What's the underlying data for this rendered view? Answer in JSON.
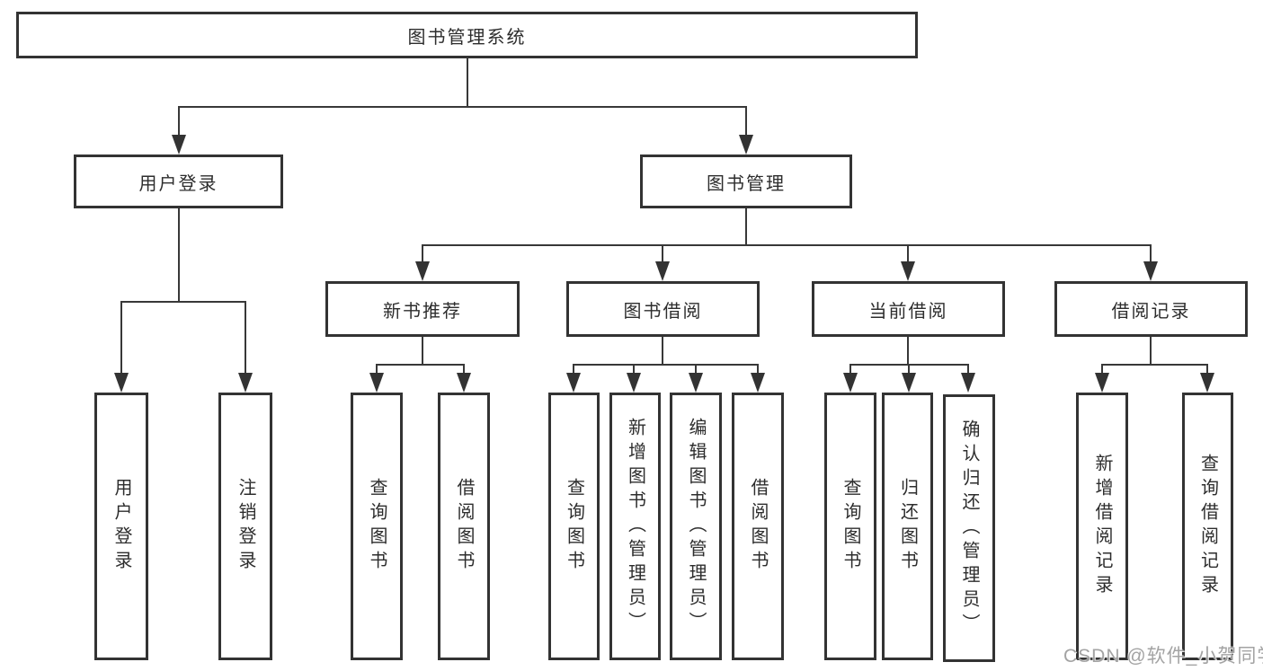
{
  "watermark": "CSDN @软件_小贺同学",
  "colors": {
    "line": "#333333",
    "text": "#2d2d2d",
    "background": "#ffffff",
    "watermark": "#9e9e9e"
  },
  "tree": {
    "root": {
      "label": "图书管理系统"
    },
    "branches": [
      {
        "label": "用户登录",
        "children": [
          {
            "label": "用户登录"
          },
          {
            "label": "注销登录"
          }
        ]
      },
      {
        "label": "图书管理",
        "children": [
          {
            "label": "新书推荐",
            "children": [
              {
                "label": "查询图书"
              },
              {
                "label": "借阅图书"
              }
            ]
          },
          {
            "label": "图书借阅",
            "children": [
              {
                "label": "查询图书"
              },
              {
                "label": "新增图书（管理员）"
              },
              {
                "label": "编辑图书（管理员）"
              },
              {
                "label": "借阅图书"
              }
            ]
          },
          {
            "label": "当前借阅",
            "children": [
              {
                "label": "查询图书"
              },
              {
                "label": "归还图书"
              },
              {
                "label": "确认归还（管理员）"
              }
            ]
          },
          {
            "label": "借阅记录",
            "children": [
              {
                "label": "新增借阅记录"
              },
              {
                "label": "查询借阅记录"
              }
            ]
          }
        ]
      }
    ]
  }
}
